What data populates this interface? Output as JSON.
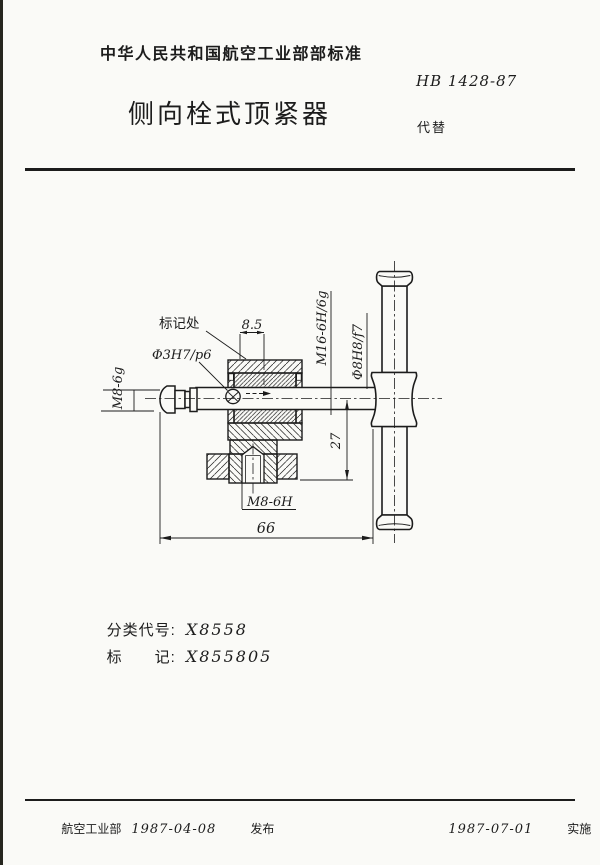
{
  "header": {
    "org_line": "中华人民共和国航空工业部部标准",
    "doc_number": "HB 1428-87",
    "title": "侧向栓式顶紧器",
    "replaces_label": "代替"
  },
  "drawing": {
    "label_marking_spot": "标记处",
    "dim_marking_width": "8.5",
    "label_pin_fit": "Φ3H7/p6",
    "label_left_thread": "M8-6g",
    "label_body_thread": "M16-6H/6g",
    "label_shaft_fit": "Φ8H8/f7",
    "dim_axis_to_base": "27",
    "dim_overall_length": "66",
    "label_bottom_thread": "M8-6H"
  },
  "codes": {
    "class_label": "分类代号:",
    "class_value": "X8558",
    "mark_label": "标　　记:",
    "mark_value": "X855805"
  },
  "footer": {
    "issuer": "航空工业部",
    "issue_date": "1987-04-08",
    "issue_action": "发布",
    "effective_date": "1987-07-01",
    "effective_action": "实施"
  },
  "colors": {
    "ink": "#1c1c1c",
    "paper": "#fafaf7"
  }
}
